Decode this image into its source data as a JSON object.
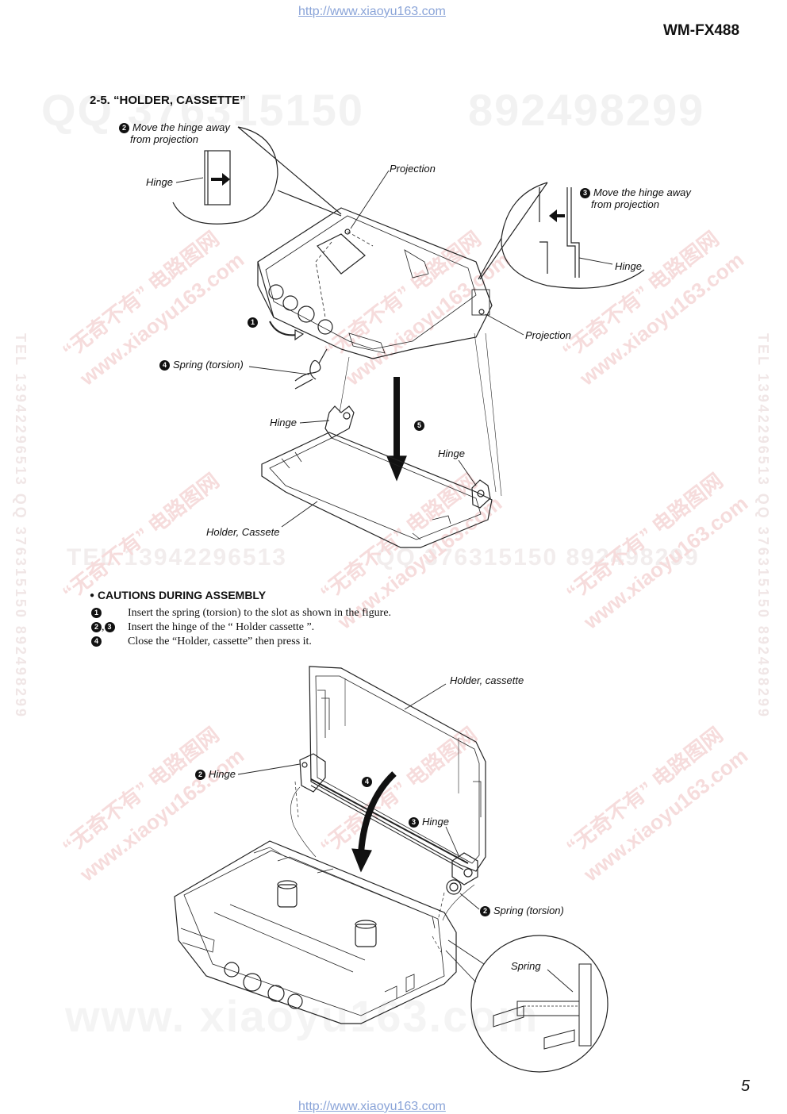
{
  "header": {
    "url_top": "http://www.xiaoyu163.com",
    "model": "WM-FX488"
  },
  "section": {
    "title": "2-5.  “HOLDER, CASSETTE”"
  },
  "figure1": {
    "callout_left": {
      "num": "2",
      "line1": "Move the hinge away",
      "line2": "from projection",
      "hinge": "Hinge"
    },
    "projection_top": "Projection",
    "callout_right": {
      "num": "3",
      "line1": "Move the hinge away",
      "line2": "from projection",
      "hinge": "Hinge"
    },
    "projection_right": "Projection",
    "step1": "1",
    "spring": {
      "num": "4",
      "text": "Spring (torsion)"
    },
    "hinge_left": "Hinge",
    "step5": "5",
    "hinge_right": "Hinge",
    "holder": "Holder, Cassete"
  },
  "cautions": {
    "heading": "CAUTIONS DURING ASSEMBLY",
    "items": [
      {
        "nums": [
          "1"
        ],
        "text": "Insert the spring (torsion) to the slot as shown in the figure."
      },
      {
        "nums": [
          "2",
          "3"
        ],
        "text": "Insert the hinge of the “ Holder cassette ”."
      },
      {
        "nums": [
          "4"
        ],
        "text": "Close the “Holder, cassette” then press it."
      }
    ]
  },
  "figure2": {
    "holder": "Holder, cassette",
    "hinge2": {
      "num": "2",
      "text": "Hinge"
    },
    "step4": "4",
    "hinge3": {
      "num": "3",
      "text": "Hinge"
    },
    "spring": {
      "num": "2",
      "text": "Spring (torsion)"
    },
    "detail_spring": "Spring"
  },
  "watermarks": {
    "qq_line": "QQ 376315150",
    "qq_number": "892498299",
    "tel_line": "TEL 13942296513",
    "qq_line2": "QQ 376315150  892498299",
    "cn_text": "“无奇不有” 电路图网",
    "site": "www.xiaoyu163.com",
    "vertical": "TEL 13942296513  QQ 376315150  892498299",
    "footer_big": "www. xiaoyu163.com"
  },
  "footer": {
    "page": "5",
    "url_bottom": "http://www.xiaoyu163.com"
  }
}
